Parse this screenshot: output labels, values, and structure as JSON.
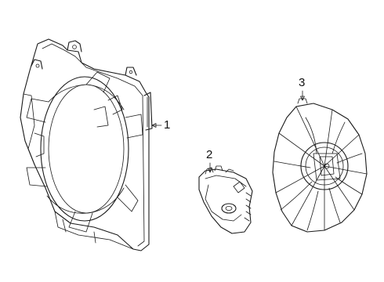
{
  "callouts": {
    "shroud": "1",
    "motor": "2",
    "fan": "3"
  },
  "icons": [
    "fan-shroud-icon",
    "fan-motor-icon",
    "fan-blade-icon"
  ],
  "colors": {
    "line": "#1a1a1a",
    "background": "#ffffff"
  }
}
